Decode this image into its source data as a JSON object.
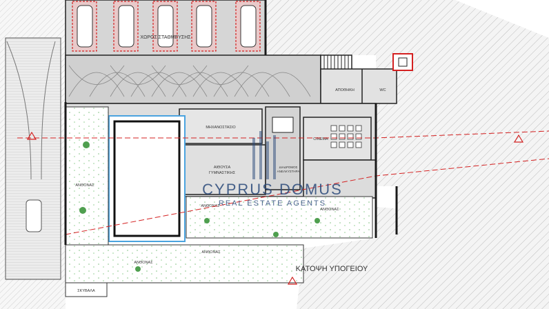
{
  "plan": {
    "title": "ΚΑΤΟΨΗ ΥΠΟΓΕΙΟΥ",
    "rooms": {
      "parking": "ΧΩΡΟΣ ΣΤΑΘΜΕΥΣΗΣ",
      "storage": "ΑΠΟΘΗΚΗ",
      "wc": "WC",
      "mechanical": "ΜΗΧΑΝΟΣΤΑΣΙΟ",
      "cinema": "CINEMA",
      "gym_line1": "ΑΙΘΟΥΣΑ",
      "gym_line2": "ΓΥΜΝΑΣΤΙΚΗΣ",
      "lift_line1": "ΔΙΑΔΡΟΜΟΣ",
      "lift_line2": "ΑΝΕΛΚΥΣΤΗΡΑ",
      "garden_left": "ΑΝΘΟΝΑΣ",
      "garden_mid_top": "ΑΝΘΟΝΑΣ",
      "garden_mid_right": "ΑΝΘΟΝΑΣ",
      "garden_bottom": "ΑΝΘΟΝΑΣ",
      "garden_bottom_right": "ΑΝΘΟΝΑΣ",
      "bins": "ΣΚΥΒΑΛΑ"
    },
    "watermark": {
      "brand": "CYPRUS DOMUS",
      "tagline": "REAL ESTATE AGENTS"
    },
    "colors": {
      "wall": "#1a1a1a",
      "hatch_bg": "#f4f4f4",
      "hatch_line": "#bdbdbd",
      "interior": "#d9d9d9",
      "garden": "#ffffff",
      "red_accent": "#d42020",
      "pool_edge": "#4aa3df",
      "watermark": "#2b4a7a"
    }
  }
}
